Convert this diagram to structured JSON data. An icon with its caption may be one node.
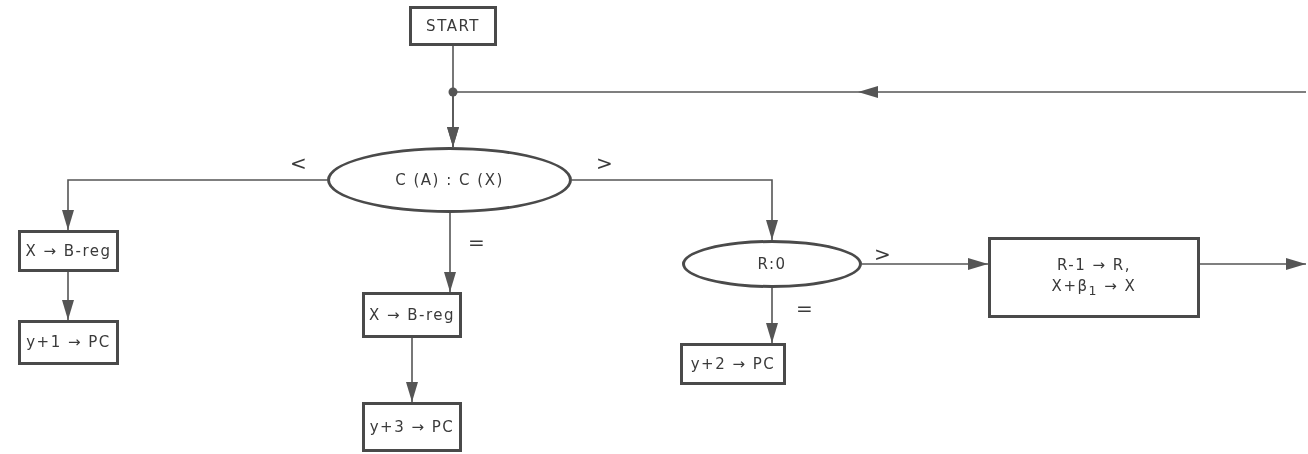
{
  "diagram": {
    "nodes": [
      {
        "text": [
          "START"
        ]
      },
      {
        "text": [
          "C (A) : C (X)"
        ]
      },
      {
        "text": [
          "X → B-reg"
        ]
      },
      {
        "text": [
          "y+1 → PC"
        ]
      },
      {
        "text": [
          "X → B-reg"
        ]
      },
      {
        "text": [
          "y+3 → PC"
        ]
      },
      {
        "text": [
          "R:0"
        ]
      },
      {
        "text": [
          "R-1 → R,",
          "X+β$_{1}$ → X"
        ]
      },
      {
        "text": [
          "y+2 → PC"
        ]
      }
    ],
    "edges": [
      {
        "from": 0,
        "to": 1,
        "arrow": "to"
      },
      {
        "from": null,
        "to": 1,
        "arrow": "to"
      },
      {
        "from": 1,
        "to": 2,
        "arrow": "to",
        "label": "<"
      },
      {
        "from": 1,
        "to": 4,
        "arrow": "to",
        "label": "="
      },
      {
        "from": 1,
        "to": 6,
        "arrow": "to",
        "label": ">"
      },
      {
        "from": 2,
        "to": 3,
        "arrow": "to"
      },
      {
        "from": 4,
        "to": 5,
        "arrow": "to"
      },
      {
        "from": 6,
        "to": 7,
        "arrow": "to",
        "label": ">"
      },
      {
        "from": 6,
        "to": 8,
        "arrow": "to",
        "label": "="
      },
      {
        "from": 7,
        "to": null,
        "arrow": "to"
      }
    ]
  }
}
